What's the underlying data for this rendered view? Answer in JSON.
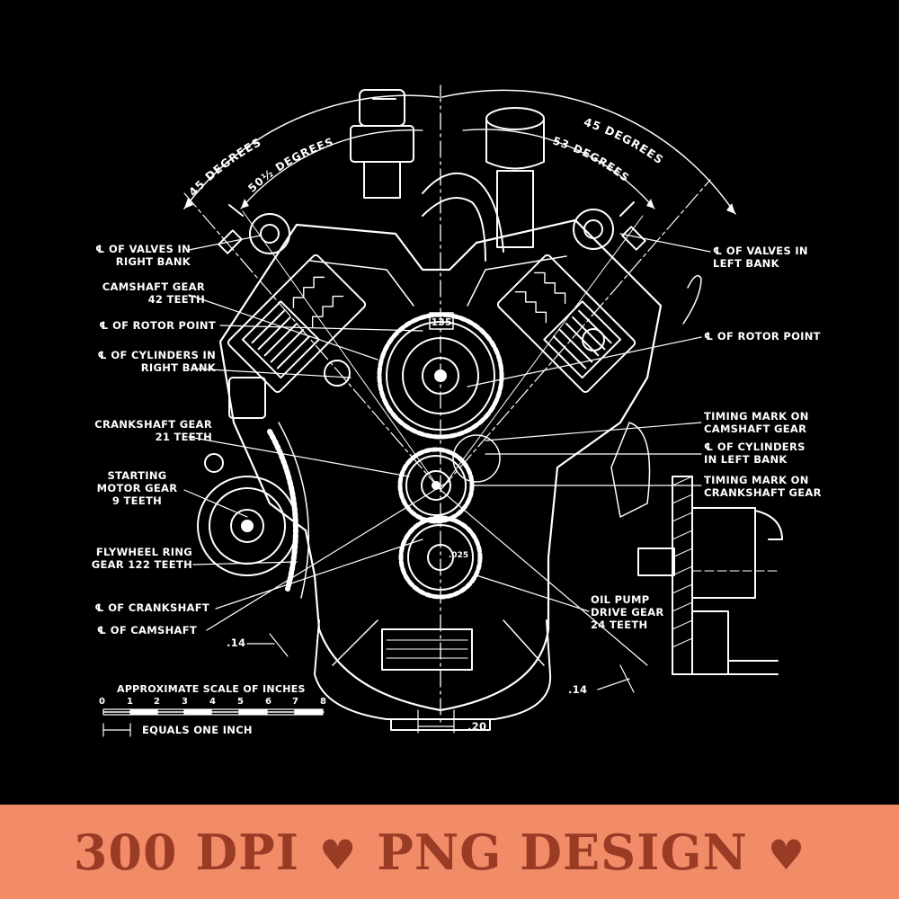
{
  "diagram": {
    "angles": {
      "left_45": "45 DEGREES",
      "right_45": "45 DEGREES",
      "left_50": "50½ DEGREES",
      "right_53": "53 DEGREES"
    },
    "labels": {
      "valves_right_bank": "℄ OF VALVES IN\nRIGHT BANK",
      "camshaft_gear": "CAMSHAFT GEAR\n42 TEETH",
      "rotor_point_left": "℄ OF ROTOR POINT",
      "cylinders_right_bank": "℄ OF CYLINDERS IN\nRIGHT BANK",
      "crankshaft_gear": "CRANKSHAFT GEAR\n21 TEETH",
      "starting_motor_gear": "STARTING\nMOTOR GEAR\n9 TEETH",
      "flywheel_ring_gear": "FLYWHEEL RING\nGEAR 122 TEETH",
      "crankshaft_centerline": "℄ OF CRANKSHAFT",
      "camshaft_centerline": "℄ OF CAMSHAFT",
      "valves_left_bank": "℄ OF VALVES IN\nLEFT BANK",
      "rotor_point_right": "℄ OF ROTOR POINT",
      "timing_mark_camshaft": "TIMING MARK ON\nCAMSHAFT GEAR",
      "cylinders_left_bank": "℄ OF CYLINDERS\nIN LEFT BANK",
      "timing_mark_crankshaft": "TIMING MARK ON\nCRANKSHAFT GEAR",
      "oil_pump_gear": "OIL PUMP\nDRIVE GEAR\n24 TEETH"
    },
    "dimensions": {
      "angle_135": "135",
      "offset_left": ".14",
      "offset_right": ".14",
      "offset_bottom": ".20",
      "gear_mark": ".025"
    },
    "scale": {
      "title": "APPROXIMATE SCALE OF INCHES",
      "ticks": [
        "0",
        "1",
        "2",
        "3",
        "4",
        "5",
        "6",
        "7",
        "8"
      ],
      "equals": "EQUALS ONE INCH"
    },
    "colors": {
      "background": "#000000",
      "ink": "#ffffff"
    }
  },
  "banner": {
    "part1": "300 DPI",
    "part2": "PNG DESIGN",
    "heart_icon": "♥",
    "background": "#f28c68",
    "text_color": "#9a3b26"
  }
}
